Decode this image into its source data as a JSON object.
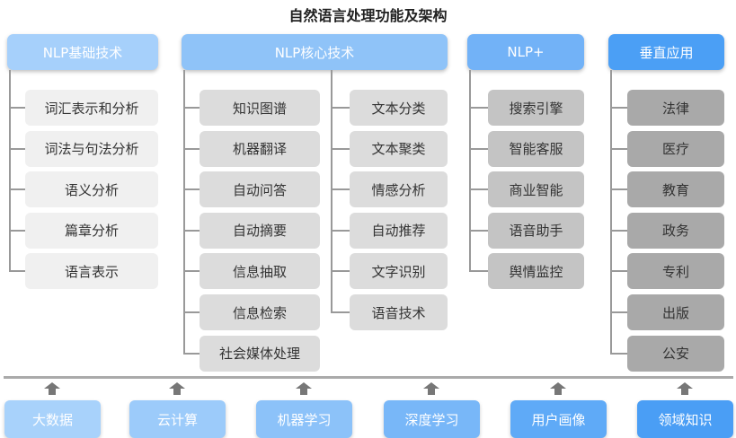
{
  "title": "自然语言处理功能及架构",
  "columns": [
    {
      "header": "NLP基础技术",
      "header_color": "#a6d0fb",
      "item_color": "#f0f0f0",
      "items": [
        "词汇表示和分析",
        "词法与句法分析",
        "语义分析",
        "篇章分析",
        "语言表示"
      ]
    },
    {
      "header": "NLP核心技术",
      "header_color": "#8fc3f8",
      "item_color": "#dcdcdc",
      "items": [
        "知识图谱",
        "机器翻译",
        "自动问答",
        "自动摘要",
        "信息抽取",
        "信息检索",
        "社会媒体处理"
      ],
      "items_right": [
        "文本分类",
        "文本聚类",
        "情感分析",
        "自动推荐",
        "文字识别",
        "语音技术"
      ]
    },
    {
      "header": "NLP+",
      "header_color": "#72b2f7",
      "item_color": "#c4c4c4",
      "items": [
        "搜索引擎",
        "智能客服",
        "商业智能",
        "语音助手",
        "舆情监控"
      ]
    },
    {
      "header": "垂直应用",
      "header_color": "#4b9ff5",
      "item_color": "#a9a9a9",
      "items": [
        "法律",
        "医疗",
        "教育",
        "政务",
        "专利",
        "出版",
        "公安"
      ]
    }
  ],
  "foundation": [
    {
      "label": "大数据",
      "color": "#a8d2fb"
    },
    {
      "label": "云计算",
      "color": "#9ccbfa"
    },
    {
      "label": "机器学习",
      "color": "#8cc2f9"
    },
    {
      "label": "深度学习",
      "color": "#78b7f8"
    },
    {
      "label": "用户画像",
      "color": "#5faaf7"
    },
    {
      "label": "领域知识",
      "color": "#4a9ef5"
    }
  ]
}
